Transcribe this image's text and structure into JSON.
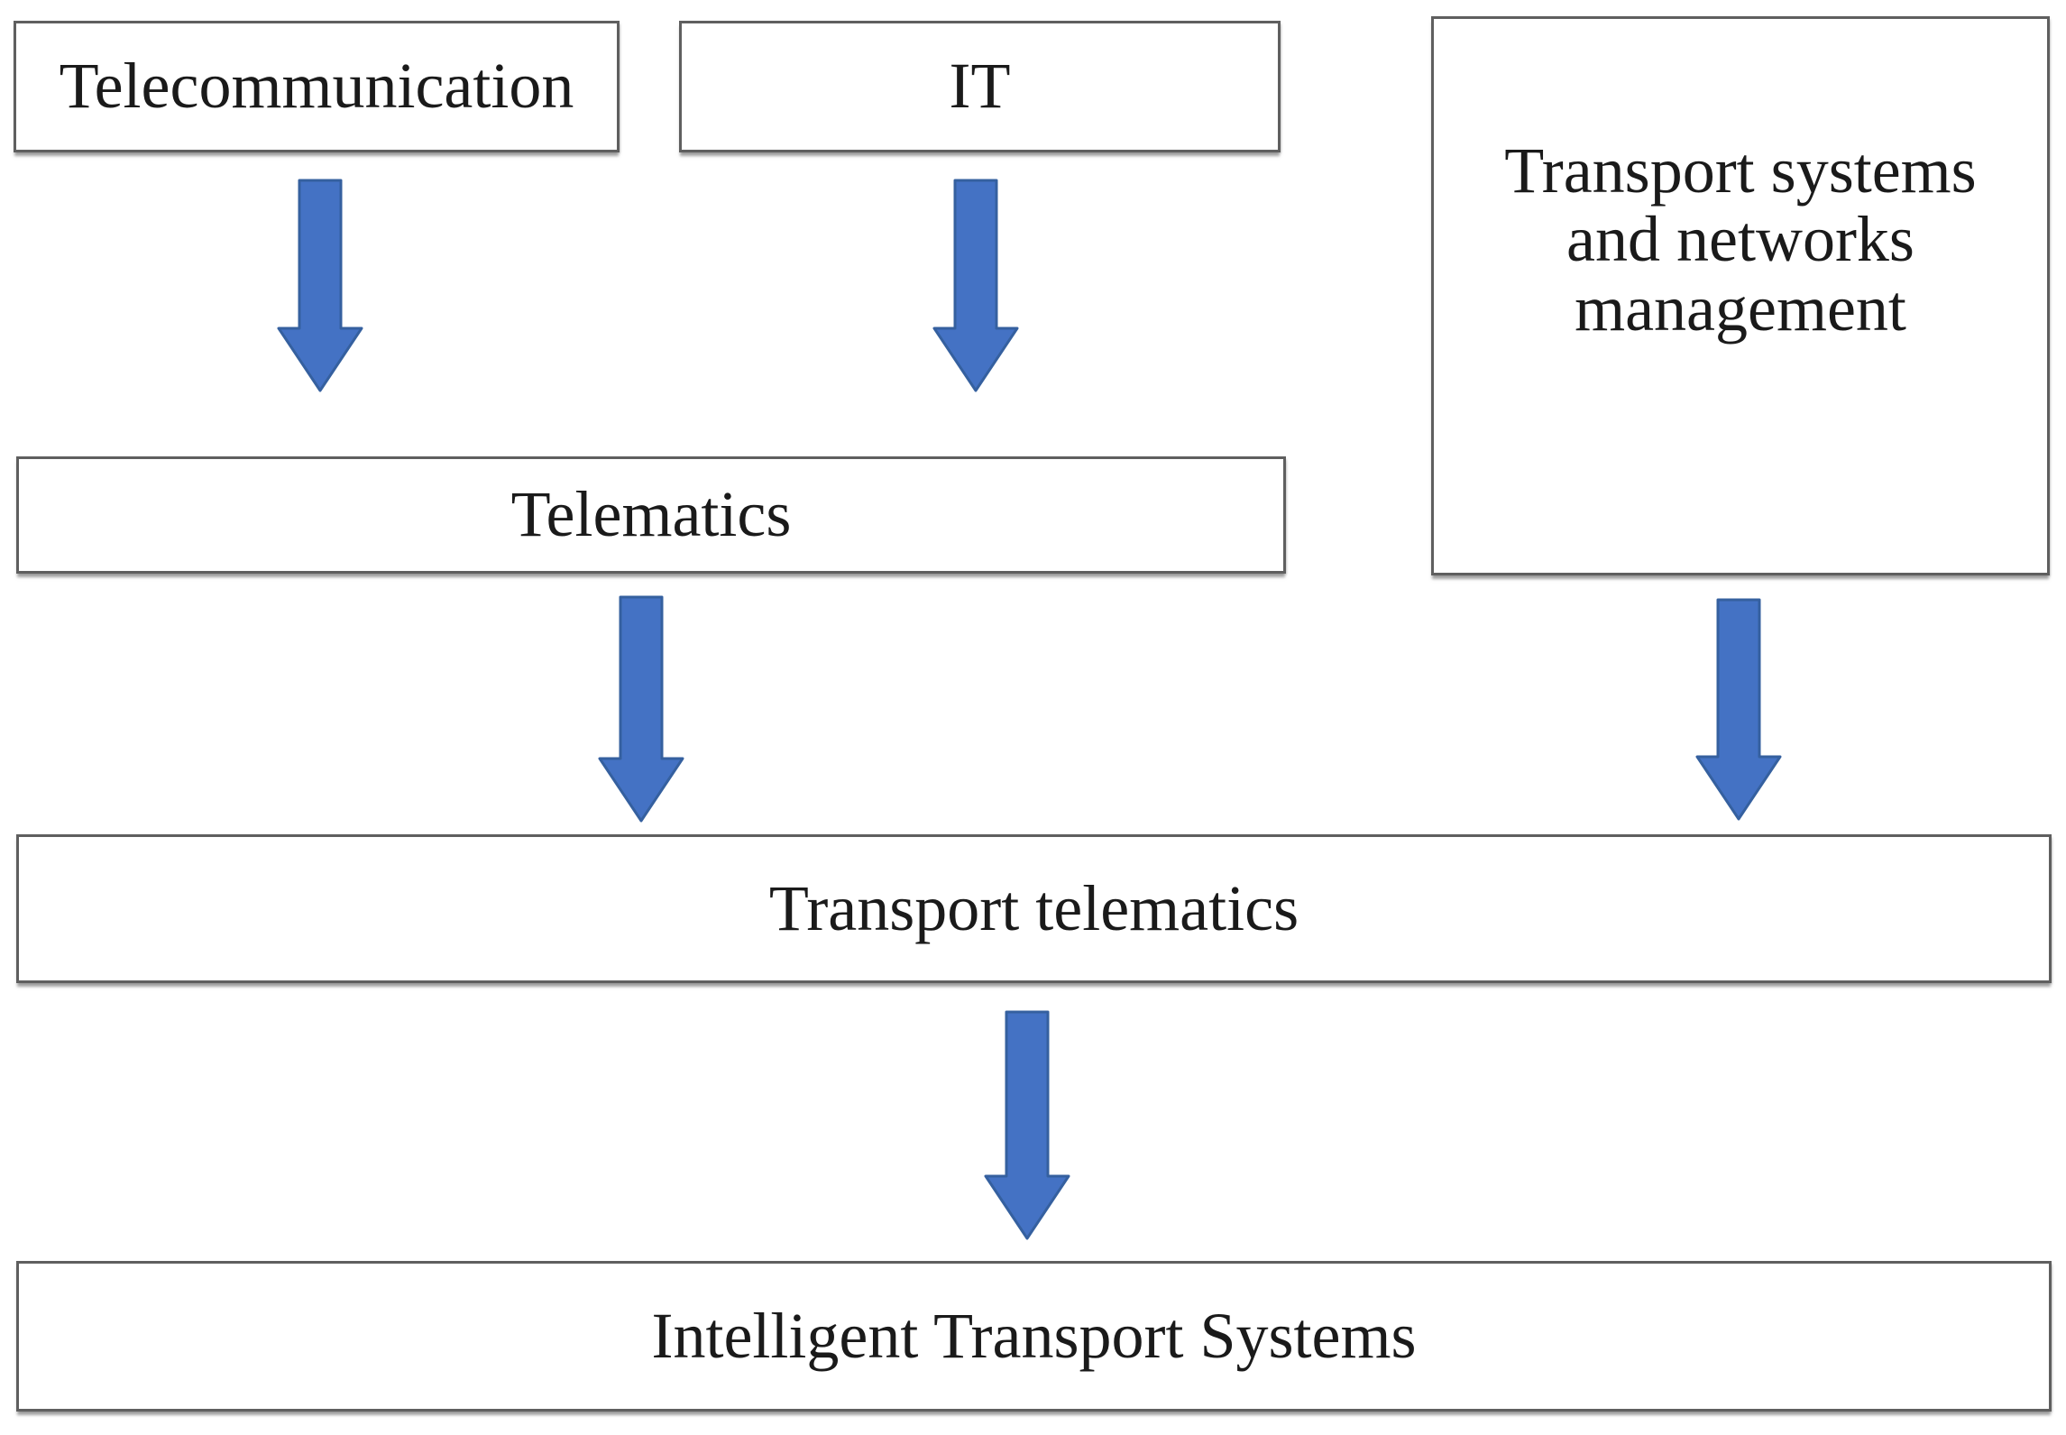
{
  "diagram": {
    "type": "flowchart",
    "colors": {
      "arrow_fill": "#4472C4",
      "arrow_stroke": "#35609F",
      "box_border": "#5f5f5f",
      "box_fill": "#FFFFFF",
      "text": "#1a1a1a",
      "background": "#FFFFFF"
    },
    "nodes": {
      "telecommunication": {
        "label": "Telecommunication"
      },
      "it": {
        "label": "IT"
      },
      "transport_systems": {
        "label": "Transport systems and networks management",
        "lines": [
          "Transport systems",
          "and networks",
          "management"
        ]
      },
      "telematics": {
        "label": "Telematics"
      },
      "transport_telematics": {
        "label": "Transport telematics"
      },
      "intelligent_transport_systems": {
        "label": "Intelligent Transport Systems"
      }
    },
    "arrows": [
      {
        "from": "telecommunication",
        "to": "telematics"
      },
      {
        "from": "it",
        "to": "telematics"
      },
      {
        "from": "telematics",
        "to": "transport_telematics"
      },
      {
        "from": "transport_systems",
        "to": "transport_telematics"
      },
      {
        "from": "transport_telematics",
        "to": "intelligent_transport_systems"
      }
    ]
  }
}
